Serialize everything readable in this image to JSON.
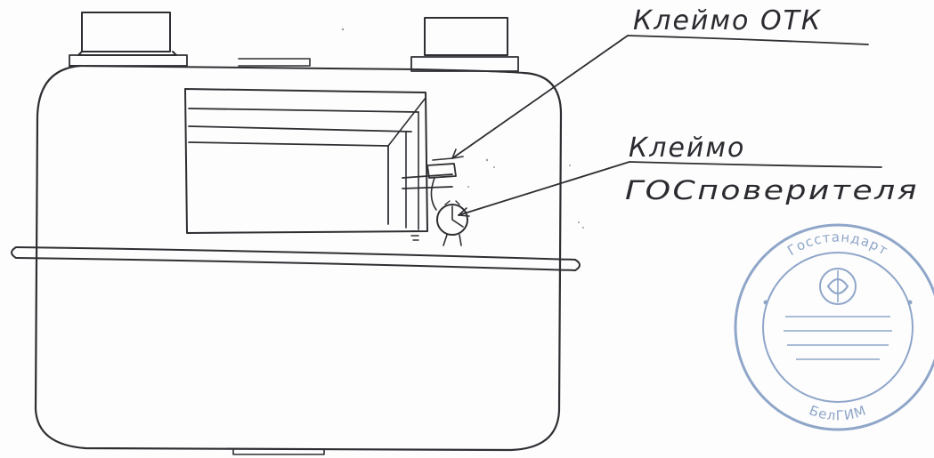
{
  "labels": {
    "otk_stamp": "Клеймо ОТК",
    "gos_stamp_line1": "Клеймо",
    "gos_stamp_line2": "ГОСповерителя"
  },
  "seal": {
    "top_text": "Госстандарт",
    "bottom_text": "БелГИМ",
    "color": "#8fa6c9"
  },
  "colors": {
    "ink": "#2e2e33",
    "paper": "#fdfdfd"
  }
}
